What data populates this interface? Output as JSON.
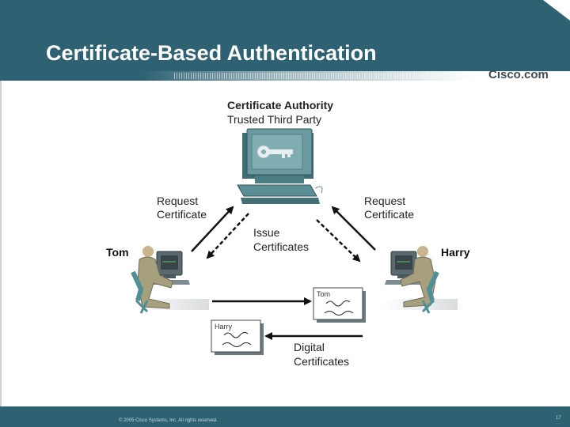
{
  "slide": {
    "title": "Certificate-Based Authentication",
    "logo_text": "Cisco.com",
    "copyright": "© 2005 Cisco Systems, Inc. All rights reserved.",
    "page_number": "17"
  },
  "diagram": {
    "ca_title": "Certificate Authority",
    "ca_subtitle": "Trusted Third Party",
    "left_request_line1": "Request",
    "left_request_line2": "Certificate",
    "right_request_line1": "Request",
    "right_request_line2": "Certificate",
    "issue_line1": "Issue",
    "issue_line2": "Certificates",
    "left_user": "Tom",
    "right_user": "Harry",
    "cert_tom": "Tom",
    "cert_harry": "Harry",
    "digital_line1": "Digital",
    "digital_line2": "Certificates"
  },
  "colors": {
    "header": "#2e6272",
    "monitor": "#5a8a90",
    "person": "#a7a07f",
    "chair": "#4f8f95"
  }
}
